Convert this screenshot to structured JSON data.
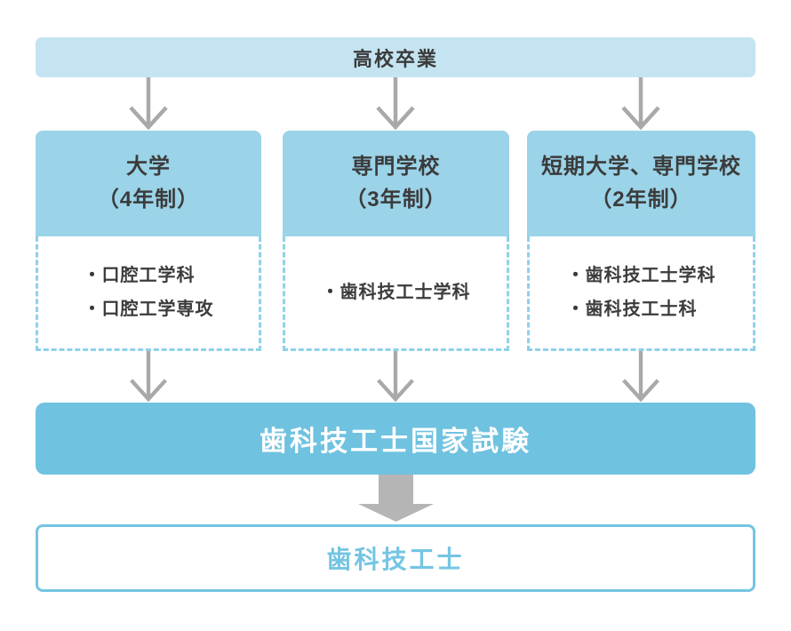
{
  "colors": {
    "start_bar_bg": "#c5e4f1",
    "column_header_bg": "#9bd3e8",
    "dashed_border": "#8ed1ea",
    "exam_bar_bg": "#6fc2e0",
    "result_border": "#74c5e2",
    "result_text": "#74c5e2",
    "dark_text": "#3b3b3b",
    "thin_arrow": "#a9a9a9",
    "big_arrow": "#b5b5b5"
  },
  "icons": {
    "thin_down_arrow": "down-arrow-icon",
    "big_down_arrow": "big-down-arrow-icon"
  },
  "flow": {
    "start": {
      "label": "高校卒業"
    },
    "columns": [
      {
        "title_line1": "大学",
        "title_line2": "（4年制）",
        "items": [
          "・口腔工学科",
          "・口腔工学専攻"
        ]
      },
      {
        "title_line1": "専門学校",
        "title_line2": "（3年制）",
        "items": [
          "・歯科技工士学科"
        ]
      },
      {
        "title_line1": "短期大学、専門学校",
        "title_line2": "（2年制）",
        "items": [
          "・歯科技工士学科",
          "・歯科技工士科"
        ]
      }
    ],
    "exam": {
      "label": "歯科技工士国家試験"
    },
    "result": {
      "label": "歯科技工士"
    }
  }
}
